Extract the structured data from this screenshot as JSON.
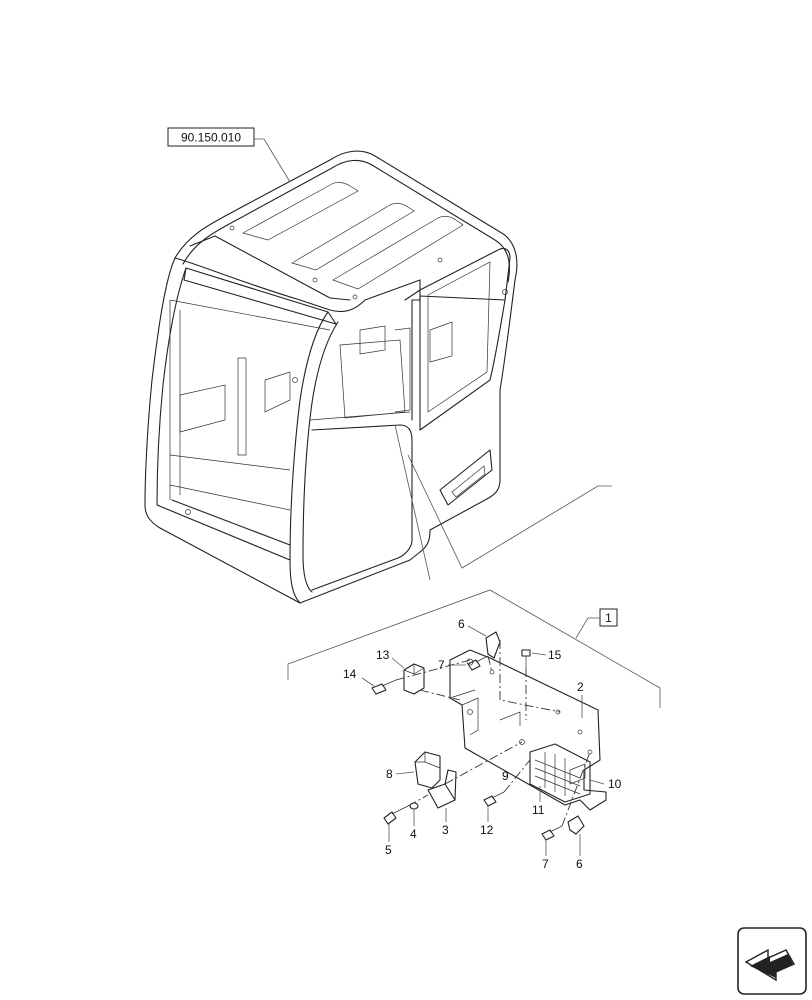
{
  "diagram": {
    "reference_code": "90.150.010",
    "assembly_ref": "1",
    "callouts": [
      {
        "id": "c1",
        "text": "2"
      },
      {
        "id": "c2",
        "text": "3"
      },
      {
        "id": "c3",
        "text": "4"
      },
      {
        "id": "c4",
        "text": "5"
      },
      {
        "id": "c5",
        "text": "6"
      },
      {
        "id": "c6",
        "text": "6"
      },
      {
        "id": "c7",
        "text": "7"
      },
      {
        "id": "c8",
        "text": "7"
      },
      {
        "id": "c9",
        "text": "8"
      },
      {
        "id": "c10",
        "text": "9"
      },
      {
        "id": "c11",
        "text": "10"
      },
      {
        "id": "c12",
        "text": "11"
      },
      {
        "id": "c13",
        "text": "12"
      },
      {
        "id": "c14",
        "text": "13"
      },
      {
        "id": "c15",
        "text": "14"
      },
      {
        "id": "c16",
        "text": "15"
      }
    ],
    "nav_icon": "back-arrow-icon"
  }
}
